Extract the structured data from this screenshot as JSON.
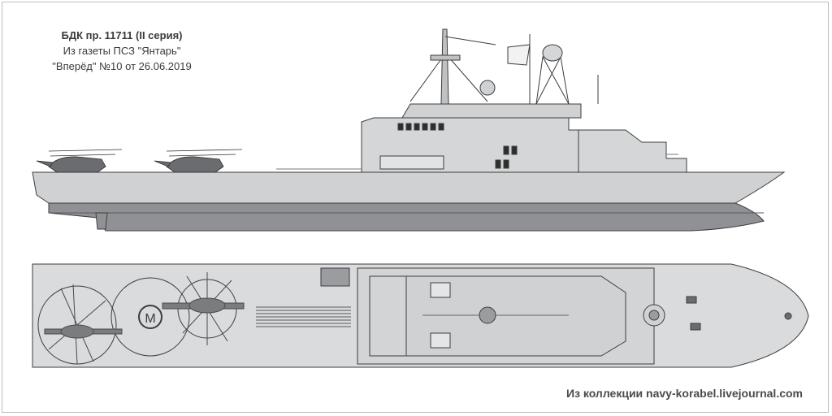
{
  "caption": {
    "line1": "БДК пр. 11711 (II серия)",
    "line2": "Из газеты ПСЗ \"Янтарь\"",
    "line3": "\"Вперёд\" №10 от 26.06.2019"
  },
  "credit": "Из коллекции navy-korabel.livejournal.com",
  "colors": {
    "hull": "#cfd1d3",
    "hull_dark": "#9a9c9f",
    "deck": "#d9dbdd",
    "outline": "#3d3d3d"
  },
  "deck_markings": {
    "helipad_letter": "M"
  }
}
